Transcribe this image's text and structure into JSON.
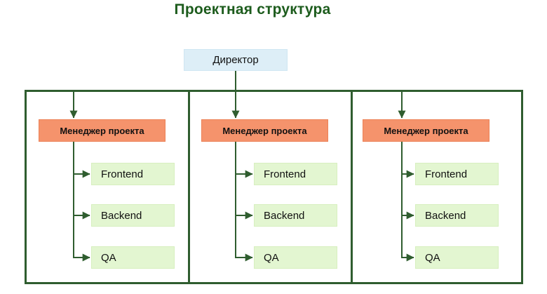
{
  "title": "Проектная структура",
  "director": {
    "label": "Директор"
  },
  "columns": [
    {
      "manager": "Менеджер проекта",
      "teams": [
        "Frontend",
        "Backend",
        "QA"
      ]
    },
    {
      "manager": "Менеджер проекта",
      "teams": [
        "Frontend",
        "Backend",
        "QA"
      ]
    },
    {
      "manager": "Менеджер проекта",
      "teams": [
        "Frontend",
        "Backend",
        "QA"
      ]
    }
  ],
  "colors": {
    "title_text": "#1d5c1d",
    "connector_green": "#2f5d2f",
    "director_fill": "#ddeef7",
    "manager_fill": "#f5936c",
    "team_fill": "#e3f6d1"
  }
}
